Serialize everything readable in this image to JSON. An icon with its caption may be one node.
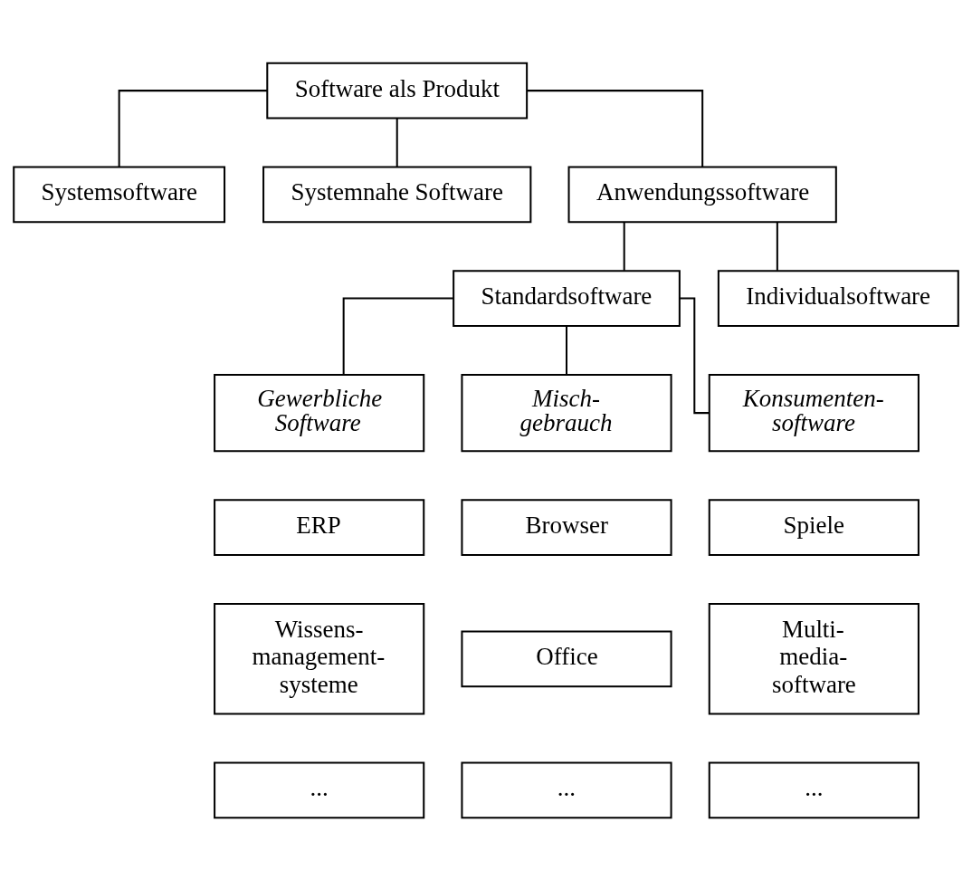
{
  "diagram": {
    "nodes": [
      {
        "text": [
          "Software als Produkt"
        ]
      },
      {
        "text": [
          "Systemsoftware"
        ]
      },
      {
        "text": [
          "Systemnahe Software"
        ]
      },
      {
        "text": [
          "Anwendungssoftware"
        ]
      },
      {
        "text": [
          "Standardsoftware"
        ]
      },
      {
        "text": [
          "Individualsoftware"
        ]
      },
      {
        "text": [
          "Gewerbliche Software"
        ]
      },
      {
        "text": [
          "Misch- gebrauch"
        ]
      },
      {
        "text": [
          "Konsumenten- software"
        ]
      },
      {
        "text": [
          "ERP"
        ]
      },
      {
        "text": [
          "Wissens- management- systeme"
        ]
      },
      {
        "text": [
          "..."
        ]
      },
      {
        "text": [
          "Browser"
        ]
      },
      {
        "text": [
          "Office"
        ]
      },
      {
        "text": [
          "..."
        ]
      },
      {
        "text": [
          "Spiele"
        ]
      },
      {
        "text": [
          "Multi- media- software"
        ]
      },
      {
        "text": [
          "..."
        ]
      }
    ],
    "edges": [
      {
        "from": 0,
        "to": 1,
        "arrow": "none"
      },
      {
        "from": 0,
        "to": 2,
        "arrow": "none"
      },
      {
        "from": 0,
        "to": 3,
        "arrow": "none"
      },
      {
        "from": 3,
        "to": 4,
        "arrow": "none"
      },
      {
        "from": 3,
        "to": 5,
        "arrow": "none"
      },
      {
        "from": 4,
        "to": 6,
        "arrow": "none"
      },
      {
        "from": 4,
        "to": 7,
        "arrow": "none"
      },
      {
        "from": 4,
        "to": 8,
        "arrow": "none"
      }
    ]
  }
}
